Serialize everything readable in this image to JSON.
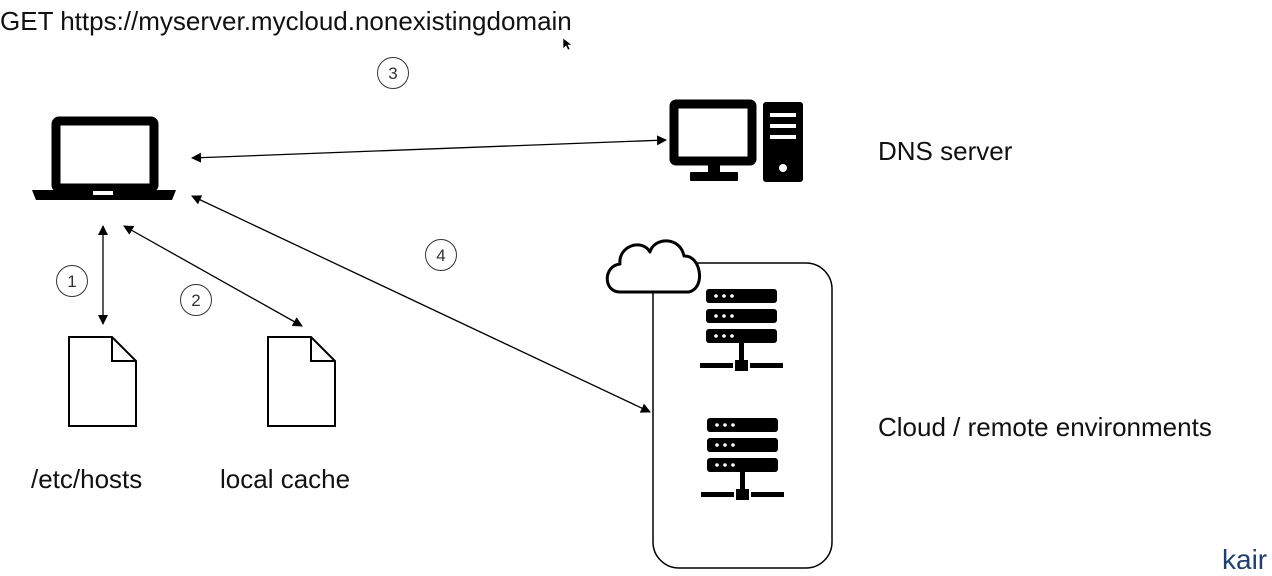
{
  "request": {
    "text": "GET https://myserver.mycloud.nonexistingdomain"
  },
  "nodes": {
    "dns_server": "DNS server",
    "cloud": "Cloud / remote environments",
    "hosts_file": "/etc/hosts",
    "local_cache": "local cache"
  },
  "steps": [
    "1",
    "2",
    "3",
    "4"
  ],
  "branding": {
    "text": "kair"
  },
  "icons": [
    "laptop-icon",
    "desktop-computer-icon",
    "document-icon",
    "cloud-icon",
    "server-rack-icon",
    "mouse-cursor-icon"
  ],
  "colors": {
    "ink": "#000000",
    "brand": "#1f4070"
  }
}
